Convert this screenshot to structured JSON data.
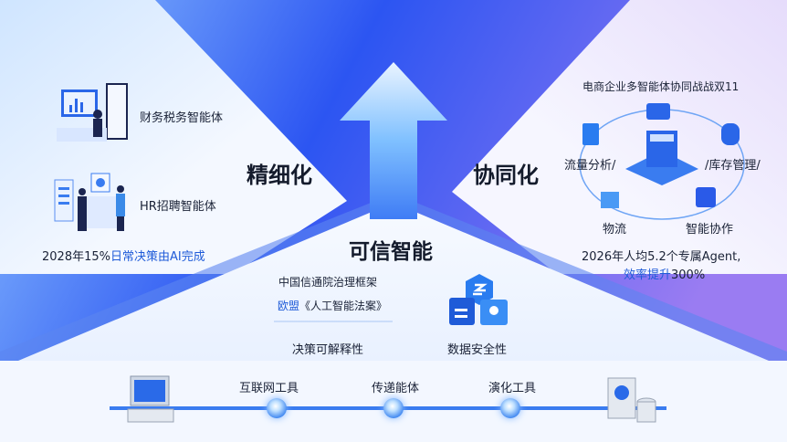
{
  "left": {
    "title": "精细化",
    "items": [
      {
        "label": "财务税务智能体"
      },
      {
        "label": "HR招聘智能体"
      }
    ],
    "stat_prefix": "2028年15%",
    "stat_highlight": "日常决策由AI完成"
  },
  "right": {
    "title": "协同化",
    "caption": "电商企业多智能体协同战战双11",
    "nodes": [
      "流量分析/",
      "/库存管理/",
      "物流",
      "智能协作"
    ],
    "stat_line1": "2026年人均5.2个专属Agent,",
    "stat_line2_highlight": "效率提升",
    "stat_line2_rest": "300%"
  },
  "center": {
    "title": "可信智能",
    "framework1": "中国信通院治理框架",
    "framework2_highlight": "欧盟",
    "framework2_rest": "《人工智能法案》",
    "pillar1": "决策可解释性",
    "pillar2": "数据安全性"
  },
  "timeline": {
    "stages": [
      "互联网工具",
      "传递能体",
      "演化工具"
    ]
  },
  "colors": {
    "accent": "#1f5bd8",
    "deep_blue": "#2b4ff0",
    "purple": "#8a6cf0"
  }
}
